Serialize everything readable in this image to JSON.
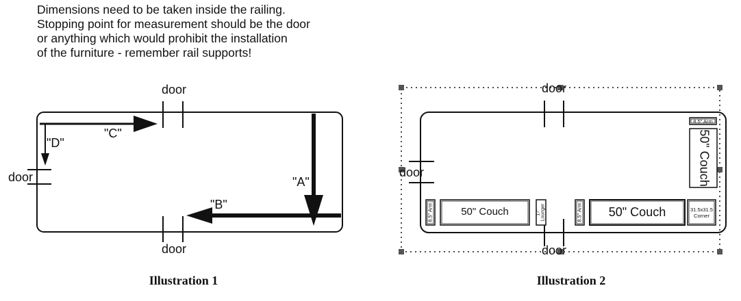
{
  "instructions": [
    "Dimensions need to be taken inside the railing.",
    "Stopping point for measurement should be the door",
    "or anything which would prohibit the installation",
    "of the furniture - remember rail supports!"
  ],
  "illustration1": {
    "caption": "Illustration 1",
    "door_labels": {
      "top": "door",
      "left": "door",
      "bottom": "door"
    },
    "arrows": {
      "a": "\"A\"",
      "b": "\"B\"",
      "c": "\"C\"",
      "d": "\"D\""
    }
  },
  "illustration2": {
    "caption": "Illustration 2",
    "door_labels": {
      "top": "door",
      "left": "door",
      "bottom": "door"
    },
    "pieces": {
      "arm_right_top": "8.5\" Arm",
      "couch_right": "50\" Couch",
      "arm_bottom_left": "8.5\" Arm",
      "couch_bottom_left": "50\" Couch",
      "lounger_line1": "17\"",
      "lounger_line2": "Lounger",
      "arm_bottom_mid": "8.5\" Arm",
      "couch_bottom_right": "50\" Couch",
      "corner_line1": "31.5x31.5",
      "corner_line2": "Corner"
    }
  }
}
